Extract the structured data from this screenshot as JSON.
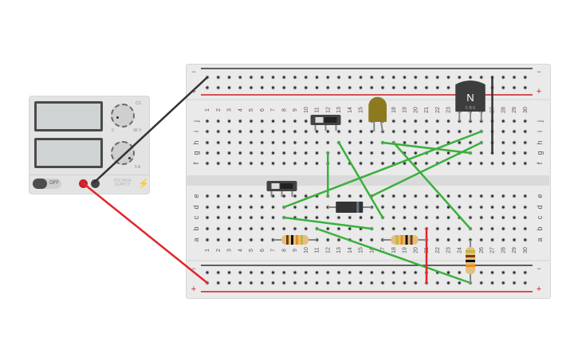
{
  "power_supply": {
    "label_line1": "VOLTAGE",
    "label_line2": "SUPPLY",
    "power_switch_label": "OFF",
    "voltage_knob": {
      "min_label": "0",
      "max_label": "30 V",
      "corner_label": "CC"
    },
    "current_knob": {
      "max_label": "5 A",
      "corner_label": "CC"
    },
    "positive_terminal_color": "#c8202a",
    "negative_terminal_color": "#444444"
  },
  "breadboard": {
    "columns": [
      "1",
      "2",
      "3",
      "4",
      "5",
      "6",
      "7",
      "8",
      "9",
      "10",
      "11",
      "12",
      "13",
      "14",
      "15",
      "16",
      "17",
      "18",
      "19",
      "20",
      "21",
      "22",
      "23",
      "24",
      "25",
      "26",
      "27",
      "28",
      "29",
      "30"
    ],
    "top_rows": [
      "j",
      "i",
      "h",
      "g",
      "f"
    ],
    "bottom_rows": [
      "e",
      "d",
      "c",
      "b",
      "a"
    ],
    "rail_minus_label": "−",
    "rail_plus_label": "+"
  },
  "components": {
    "transistor_label": "N",
    "transistor_pins": "C B E",
    "colors": {
      "wire_green": "#3ab03e",
      "wire_red": "#e0262b",
      "wire_black": "#333333",
      "led": "#8e7a1e",
      "rail_red": "#c8202a"
    }
  }
}
